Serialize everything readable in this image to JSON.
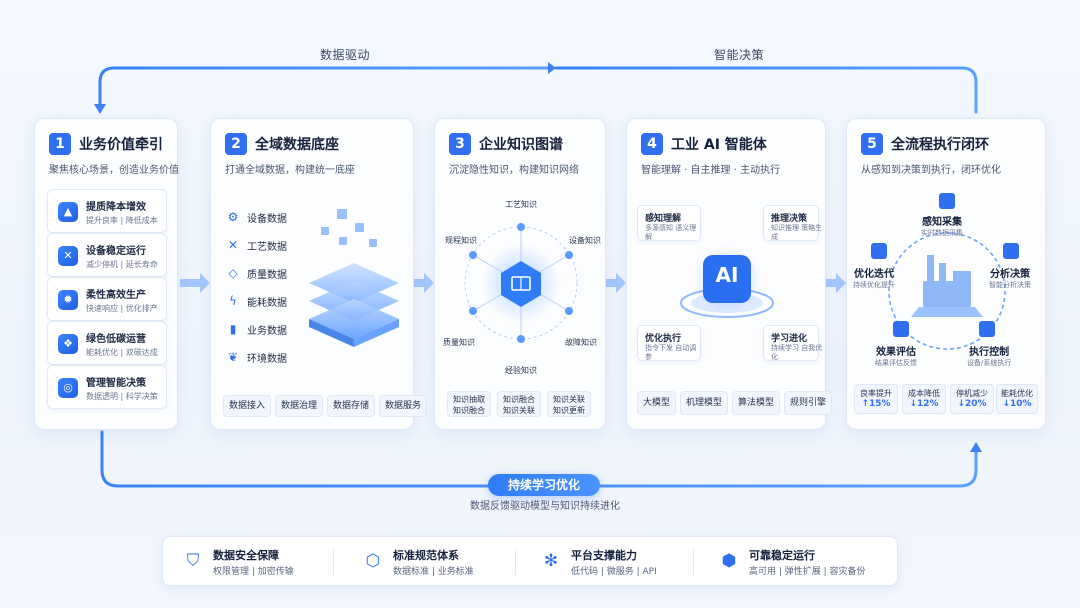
{
  "flow": {
    "top_left_label": "数据驱动",
    "top_right_label": "智能决策",
    "bottom_pill": "持续学习优化",
    "bottom_sub": "数据反馈驱动模型与知识持续进化"
  },
  "stages": [
    {
      "num": "1",
      "title": "业务价值牵引",
      "subtitle": "聚焦核心场景，创造业务价值",
      "items": [
        {
          "title": "提质降本增效",
          "desc": "提升良率 | 降低成本",
          "icon": "chart-icon"
        },
        {
          "title": "设备稳定运行",
          "desc": "减少停机 | 延长寿命",
          "icon": "wrench-icon"
        },
        {
          "title": "柔性高效生产",
          "desc": "快速响应 | 优化排产",
          "icon": "gear-icon"
        },
        {
          "title": "绿色低碳运营",
          "desc": "能耗优化 | 双碳达成",
          "icon": "leaf-icon"
        },
        {
          "title": "管理智能决策",
          "desc": "数据透明 | 科学决策",
          "icon": "decision-icon"
        }
      ]
    },
    {
      "num": "2",
      "title": "全域数据底座",
      "subtitle": "打通全域数据，构建统一底座",
      "items": [
        {
          "label": "设备数据",
          "icon": "gear-icon"
        },
        {
          "label": "工艺数据",
          "icon": "tools-icon"
        },
        {
          "label": "质量数据",
          "icon": "shield-icon"
        },
        {
          "label": "能耗数据",
          "icon": "bolt-icon"
        },
        {
          "label": "业务数据",
          "icon": "bar-chart-icon"
        },
        {
          "label": "环境数据",
          "icon": "leaf-icon"
        }
      ],
      "tags": [
        "数据接入",
        "数据治理",
        "数据存储",
        "数据服务"
      ]
    },
    {
      "num": "3",
      "title": "企业知识图谱",
      "subtitle": "沉淀隐性知识，构建知识网络",
      "nodes": [
        "工艺知识",
        "设备知识",
        "故障知识",
        "经验知识",
        "质量知识",
        "规程知识"
      ],
      "tags": [
        {
          "l1": "知识抽取",
          "l2": "知识融合"
        },
        {
          "l1": "知识融合",
          "l2": "知识关联"
        },
        {
          "l1": "知识关联",
          "l2": "知识更新"
        }
      ]
    },
    {
      "num": "4",
      "title": "工业 AI 智能体",
      "subtitle": "智能理解 · 自主推理 · 主动执行",
      "core": "AI",
      "boxes": [
        {
          "title": "感知理解",
          "desc": "多源感知 语义理解"
        },
        {
          "title": "推理决策",
          "desc": "知识推理 策略生成"
        },
        {
          "title": "优化执行",
          "desc": "指令下发 自动调参"
        },
        {
          "title": "学习进化",
          "desc": "持续学习 自我优化"
        }
      ],
      "tags": [
        "大模型",
        "机理模型",
        "算法模型",
        "规则引擎"
      ]
    },
    {
      "num": "5",
      "title": "全流程执行闭环",
      "subtitle": "从感知到决策到执行，闭环优化",
      "cycle": [
        {
          "title": "感知采集",
          "desc": "实时数据采集"
        },
        {
          "title": "分析决策",
          "desc": "智能分析决策"
        },
        {
          "title": "执行控制",
          "desc": "设备/系统执行"
        },
        {
          "title": "效果评估",
          "desc": "结果评估反馈"
        },
        {
          "title": "优化迭代",
          "desc": "持续优化提升"
        }
      ],
      "metrics": [
        {
          "name": "良率提升",
          "value": "↑15%"
        },
        {
          "name": "成本降低",
          "value": "↓12%"
        },
        {
          "name": "停机减少",
          "value": "↓20%"
        },
        {
          "name": "能耗优化",
          "value": "↓10%"
        }
      ]
    }
  ],
  "pillars": [
    {
      "title": "数据安全保障",
      "desc": "权限管理 | 加密传输",
      "icon": "shield-icon"
    },
    {
      "title": "标准规范体系",
      "desc": "数据标准 | 业务标准",
      "icon": "standard-icon"
    },
    {
      "title": "平台支撑能力",
      "desc": "低代码 | 微服务 | API",
      "icon": "network-icon"
    },
    {
      "title": "可靠稳定运行",
      "desc": "高可用 | 弹性扩展 | 容灾备份",
      "icon": "hexagon-icon"
    }
  ],
  "colors": {
    "accent": "#2f6ff0",
    "flow": "#3b82f6"
  }
}
